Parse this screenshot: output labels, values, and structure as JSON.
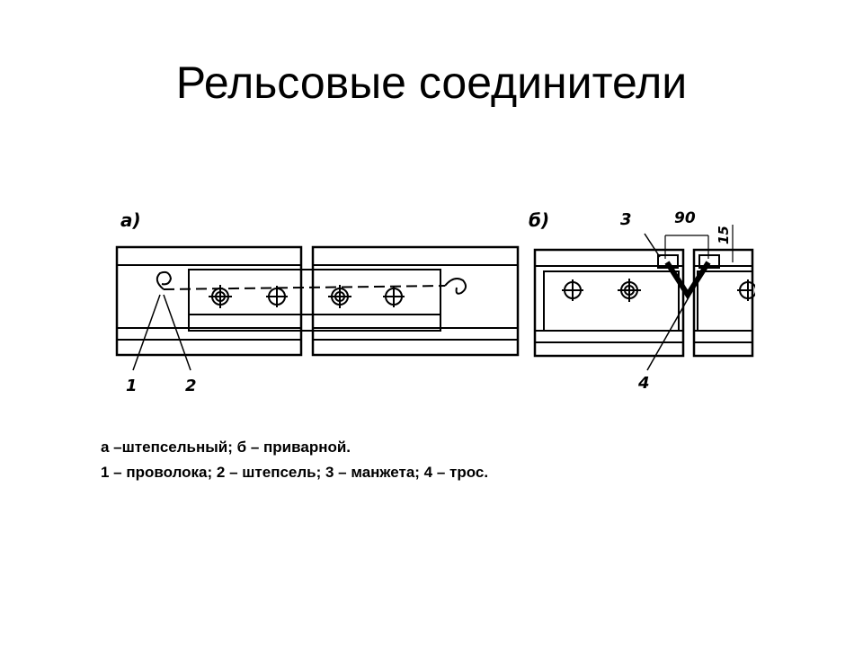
{
  "slide": {
    "title": "Рельсовые соединители"
  },
  "figure": {
    "panel_a_label": "а)",
    "panel_b_label": "б)",
    "callouts": {
      "wire": "1",
      "plug": "2",
      "cuff": "3",
      "cable": "4"
    },
    "dimensions": {
      "width": "90",
      "height": "15"
    }
  },
  "caption": {
    "line1": "а –штепсельный; б – приварной.",
    "line2": "1 – проволока; 2 – штепсель; 3 – манжета; 4 – трос."
  }
}
